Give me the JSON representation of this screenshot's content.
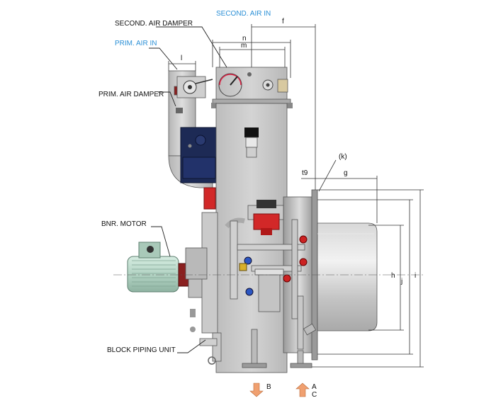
{
  "labels": {
    "second_air_in": "SECOND. AIR IN",
    "second_air_damper": "SECOND. AIR DAMPER",
    "prim_air_in": "PRIM. AIR IN",
    "prim_air_damper": "PRIM. AIR DAMPER",
    "bnr_motor": "BNR. MOTOR",
    "block_piping_unit": "BLOCK PIPING UNIT"
  },
  "dimensions": {
    "f": "f",
    "n": "n",
    "m": "m",
    "l": "l",
    "k": "(k)",
    "t9": "t9",
    "g": "g",
    "h": "h",
    "j": "j",
    "i": "i"
  },
  "flow": {
    "b": "B",
    "a": "A",
    "c": "C"
  },
  "colors": {
    "blue_label": "#2a8fd6",
    "arrow": "#f0a070",
    "body_gray": "#c9c9c9",
    "damper_blue": "#1d2a55",
    "valve_red": "#d22828",
    "motor_green": "#b9d9c9"
  }
}
